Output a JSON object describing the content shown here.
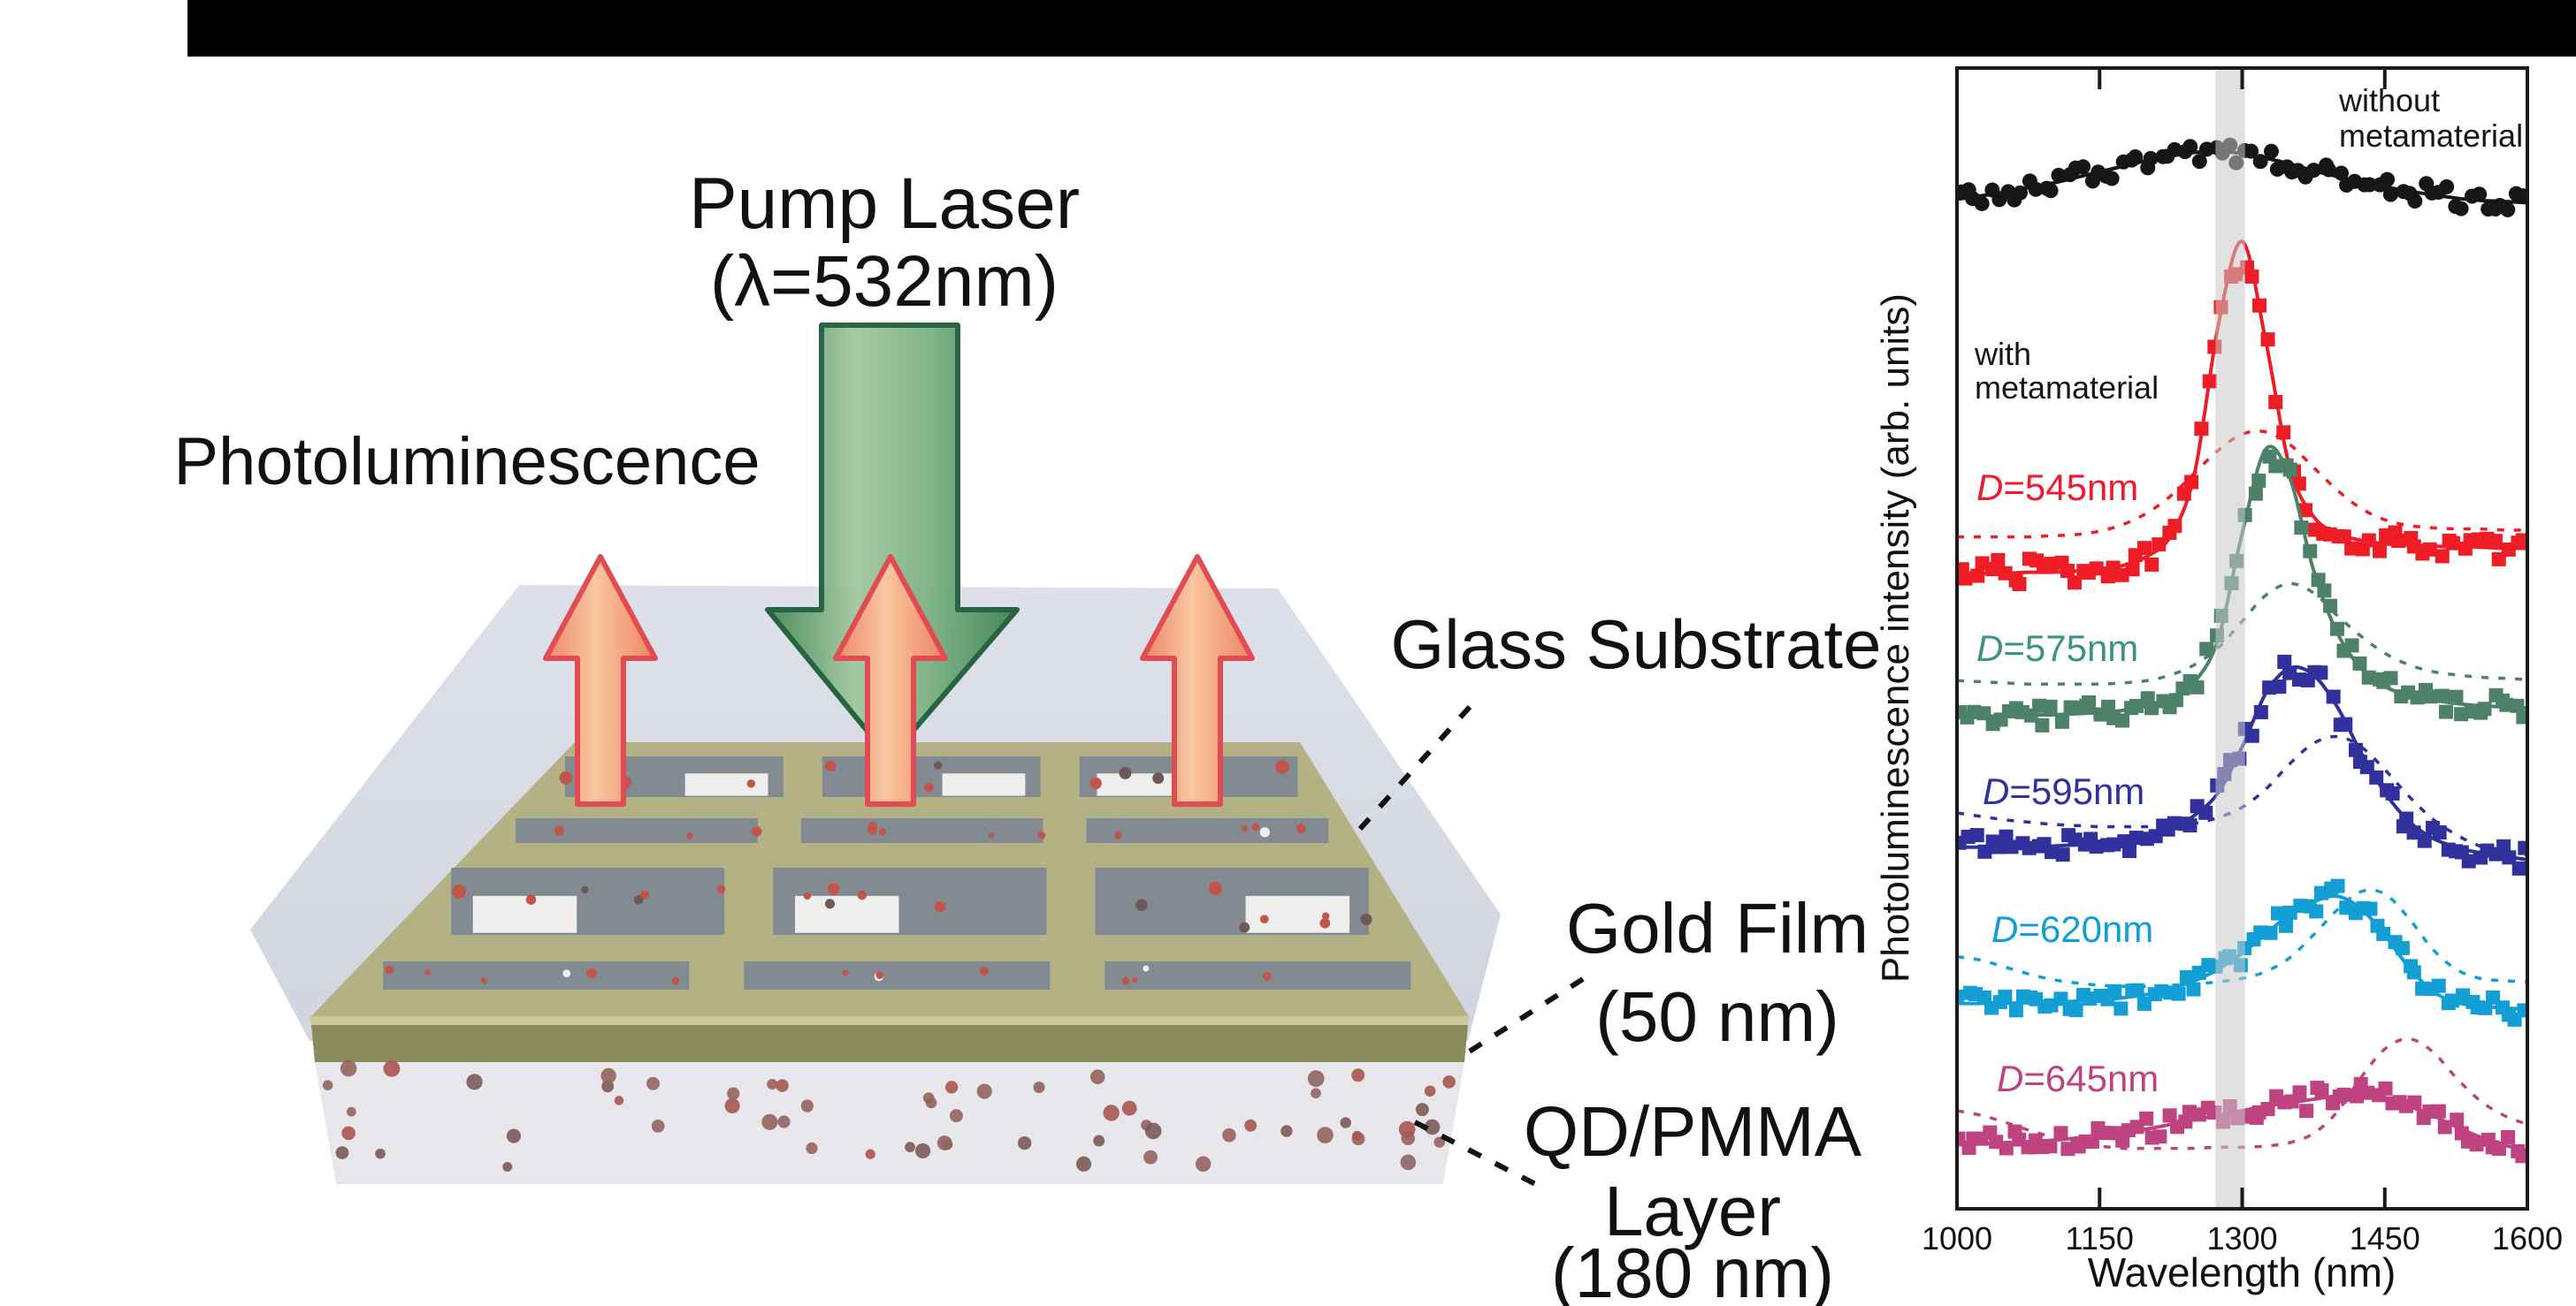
{
  "figure": {
    "top_bar_color": "#000000",
    "background": "#ffffff"
  },
  "diagram": {
    "labels": {
      "pump_laser_line1": "Pump Laser",
      "pump_laser_line2": "(λ=532nm)",
      "photoluminescence": "Photoluminescence",
      "glass_substrate": "Glass Substrate",
      "gold_film_line1": "Gold Film",
      "gold_film_line2": "(50 nm)",
      "qd_line1": "QD/PMMA",
      "qd_line2": "Layer",
      "qd_line3": "(180 nm)"
    },
    "colors": {
      "glass": "#d7dae3",
      "gold_top": "#b4b285",
      "gold_front_edge": "#8b8c5b",
      "gold_front_sliver": "#cbc99c",
      "slit": "#7f8894",
      "slit_patch": "#f3f3f1",
      "slit_speck_red": "#c2554a",
      "qd_layer": "#e8e8ec",
      "qd_dot": "#8f6561",
      "pump_arrow_green": "#55925f",
      "pump_arrow_outline": "#1e5e39",
      "pl_arrow_center": "#f9c7a3",
      "pl_arrow_edge": "#ed8565",
      "pl_arrow_outline": "#e14c52",
      "pointer_line": "#111111",
      "label_text": "#111111"
    }
  },
  "chart_data": {
    "type": "line+scatter",
    "title": "",
    "xlabel": "Wavelength (nm)",
    "ylabel": "Photoluminescence intensity (arb. units)",
    "xlim": [
      1000,
      1600
    ],
    "x_tick_values": [
      1000,
      1150,
      1300,
      1450,
      1600
    ],
    "x_tick_labels": [
      "1000",
      "1150",
      "1300",
      "1450",
      "1600"
    ],
    "grid": false,
    "legend_position": "inline labels",
    "y_units": "arbitrary (curves vertically offset; u = fraction of plot height above bottom axis)",
    "x_sample_start": 1000,
    "x_sample_step": 25,
    "highlight_band_nm": [
      1272,
      1303
    ],
    "highlight_band_color": "#c8c8c8",
    "annotations": [
      {
        "id": "without-metamaterial",
        "lines": [
          "without",
          "metamaterial"
        ],
        "color": "#161616"
      },
      {
        "id": "with-metamaterial",
        "lines": [
          "with",
          "metamaterial"
        ],
        "color": "#161616"
      }
    ],
    "series": [
      {
        "id": "no-meta",
        "name": "without metamaterial",
        "label": "",
        "marker": "circle",
        "color": "#161616",
        "label_color": "#161616",
        "noise": 0.009,
        "solid_u": [
          0.885,
          0.888,
          0.891,
          0.895,
          0.899,
          0.904,
          0.909,
          0.914,
          0.919,
          0.923,
          0.926,
          0.927,
          0.925,
          0.921,
          0.916,
          0.91,
          0.905,
          0.9,
          0.896,
          0.892,
          0.889,
          0.886,
          0.884,
          0.883,
          0.882
        ],
        "dashed_u": null
      },
      {
        "id": "d545",
        "name": "D=545nm",
        "label": "D=545nm",
        "marker": "square",
        "color": "#ee1d25",
        "label_color": "#f2182d",
        "noise": 0.012,
        "solid_u": [
          0.557,
          0.557,
          0.557,
          0.558,
          0.558,
          0.559,
          0.561,
          0.564,
          0.572,
          0.59,
          0.645,
          0.775,
          0.848,
          0.76,
          0.65,
          0.607,
          0.592,
          0.586,
          0.583,
          0.582,
          0.581,
          0.58,
          0.58,
          0.579,
          0.579
        ],
        "dashed_u": [
          0.589,
          0.589,
          0.589,
          0.589,
          0.59,
          0.591,
          0.594,
          0.6,
          0.61,
          0.625,
          0.645,
          0.665,
          0.679,
          0.681,
          0.67,
          0.65,
          0.63,
          0.614,
          0.604,
          0.599,
          0.597,
          0.596,
          0.596,
          0.595,
          0.595
        ]
      },
      {
        "id": "d575",
        "name": "D=575nm",
        "label": "D=575nm",
        "marker": "square",
        "color": "#4d8168",
        "label_color": "#3b9380",
        "noise": 0.01,
        "solid_u": [
          0.432,
          0.432,
          0.432,
          0.433,
          0.433,
          0.434,
          0.435,
          0.437,
          0.441,
          0.448,
          0.462,
          0.5,
          0.592,
          0.666,
          0.641,
          0.56,
          0.505,
          0.474,
          0.458,
          0.45,
          0.446,
          0.443,
          0.441,
          0.44,
          0.439
        ],
        "dashed_u": [
          0.463,
          0.462,
          0.461,
          0.46,
          0.46,
          0.46,
          0.46,
          0.461,
          0.463,
          0.468,
          0.477,
          0.492,
          0.515,
          0.538,
          0.548,
          0.54,
          0.52,
          0.502,
          0.487,
          0.477,
          0.471,
          0.468,
          0.466,
          0.465,
          0.464
        ]
      },
      {
        "id": "d595",
        "name": "D=595nm",
        "label": "D=595nm",
        "marker": "square",
        "color": "#31319e",
        "label_color": "#31319e",
        "noise": 0.011,
        "solid_u": [
          0.317,
          0.317,
          0.317,
          0.318,
          0.318,
          0.319,
          0.32,
          0.322,
          0.326,
          0.333,
          0.345,
          0.365,
          0.405,
          0.452,
          0.474,
          0.468,
          0.44,
          0.4,
          0.365,
          0.34,
          0.325,
          0.317,
          0.312,
          0.309,
          0.306
        ],
        "dashed_u": [
          0.347,
          0.344,
          0.341,
          0.339,
          0.337,
          0.336,
          0.335,
          0.335,
          0.335,
          0.336,
          0.338,
          0.343,
          0.352,
          0.368,
          0.39,
          0.408,
          0.414,
          0.405,
          0.385,
          0.362,
          0.342,
          0.328,
          0.318,
          0.313,
          0.31
        ]
      },
      {
        "id": "d620",
        "name": "D=620nm",
        "label": "D=620nm",
        "marker": "square",
        "color": "#139fd6",
        "label_color": "#139fd6",
        "noise": 0.01,
        "solid_u": [
          0.18,
          0.18,
          0.18,
          0.181,
          0.181,
          0.182,
          0.183,
          0.185,
          0.188,
          0.193,
          0.2,
          0.21,
          0.224,
          0.241,
          0.258,
          0.269,
          0.274,
          0.263,
          0.24,
          0.212,
          0.191,
          0.181,
          0.178,
          0.176,
          0.175
        ],
        "dashed_u": [
          0.221,
          0.218,
          0.212,
          0.206,
          0.201,
          0.198,
          0.196,
          0.195,
          0.195,
          0.196,
          0.197,
          0.199,
          0.202,
          0.208,
          0.22,
          0.24,
          0.262,
          0.278,
          0.276,
          0.255,
          0.228,
          0.21,
          0.202,
          0.2,
          0.199
        ]
      },
      {
        "id": "d645",
        "name": "D=645nm",
        "label": "D=645nm",
        "marker": "square",
        "color": "#bf4381",
        "label_color": "#bf4381",
        "noise": 0.01,
        "solid_u": [
          0.056,
          0.057,
          0.058,
          0.059,
          0.06,
          0.062,
          0.064,
          0.067,
          0.07,
          0.074,
          0.078,
          0.082,
          0.086,
          0.09,
          0.093,
          0.096,
          0.099,
          0.1,
          0.097,
          0.09,
          0.082,
          0.072,
          0.063,
          0.056,
          0.051
        ],
        "dashed_u": [
          0.086,
          0.082,
          0.076,
          0.069,
          0.063,
          0.058,
          0.055,
          0.053,
          0.053,
          0.053,
          0.053,
          0.054,
          0.054,
          0.055,
          0.058,
          0.066,
          0.085,
          0.115,
          0.14,
          0.149,
          0.138,
          0.115,
          0.095,
          0.082,
          0.074
        ]
      }
    ]
  }
}
